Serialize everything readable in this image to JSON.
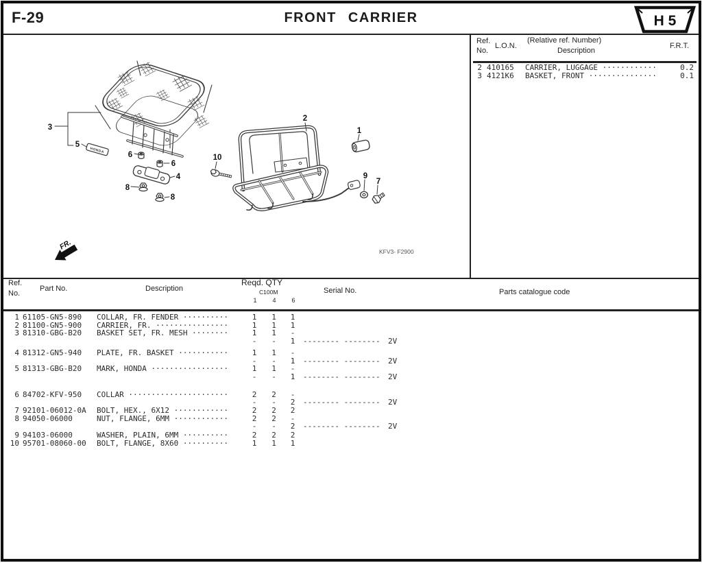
{
  "page": {
    "code": "F-29",
    "title": "FRONT  CARRIER",
    "plate": "H 5"
  },
  "ref_table": {
    "headers": {
      "ref": "Ref.",
      "no": "No.",
      "lon": "L.O.N.",
      "relative": "(Relative ref. Number)",
      "description": "Description",
      "frt": "F.R.T."
    },
    "rows": [
      {
        "ref": "2",
        "lon": "410165",
        "desc": "CARRIER, LUGGAGE ············",
        "frt": "0.2"
      },
      {
        "ref": "3",
        "lon": "4121K6",
        "desc": "BASKET, FRONT ···············",
        "frt": "0.1"
      }
    ]
  },
  "diagram": {
    "drawing_code": "KFV3- F2900",
    "front_label": "FR.",
    "badge_text": "HONDA",
    "callouts": [
      "3",
      "5",
      "6",
      "6",
      "4",
      "8",
      "8",
      "10",
      "2",
      "1",
      "9",
      "7"
    ]
  },
  "parts_table": {
    "headers": {
      "ref": "Ref.",
      "no": "No.",
      "part": "Part  No.",
      "description": "Description",
      "qty_group": "Reqd.  QTY",
      "qty_model": "C100M",
      "qty_cols": [
        "1",
        "4",
        "6"
      ],
      "serial": "Serial  No.",
      "catalogue": "Parts  catalogue  code"
    },
    "rows": [
      {
        "ref": "1",
        "part": "61105-GN5-890",
        "desc": "COLLAR, FR. FENDER ··········",
        "q1": "1",
        "q4": "1",
        "q6": "1",
        "serial": "",
        "code": "",
        "gap": 0
      },
      {
        "ref": "2",
        "part": "81100-GN5-900",
        "desc": "CARRIER, FR. ················",
        "q1": "1",
        "q4": "1",
        "q6": "1",
        "serial": "",
        "code": "",
        "gap": 0
      },
      {
        "ref": "3",
        "part": "81310-GBG-B20",
        "desc": "BASKET SET, FR. MESH ········",
        "q1": "1",
        "q4": "1",
        "q6": "-",
        "serial": "",
        "code": "",
        "gap": 0
      },
      {
        "ref": "",
        "part": "",
        "desc": "",
        "q1": "-",
        "q4": "-",
        "q6": "1",
        "serial": "-------- --------",
        "code": "2V",
        "gap": 0
      },
      {
        "ref": "4",
        "part": "81312-GN5-940",
        "desc": "PLATE, FR. BASKET ···········",
        "q1": "1",
        "q4": "1",
        "q6": "-",
        "serial": "",
        "code": "",
        "gap": 5
      },
      {
        "ref": "",
        "part": "",
        "desc": "",
        "q1": "-",
        "q4": "-",
        "q6": "1",
        "serial": "-------- --------",
        "code": "2V",
        "gap": 0
      },
      {
        "ref": "5",
        "part": "81313-GBG-B20",
        "desc": "MARK, HONDA ·················",
        "q1": "1",
        "q4": "1",
        "q6": "-",
        "serial": "",
        "code": "",
        "gap": 0
      },
      {
        "ref": "",
        "part": "",
        "desc": "",
        "q1": "-",
        "q4": "-",
        "q6": "1",
        "serial": "-------- --------",
        "code": "2V",
        "gap": 0
      },
      {
        "ref": "6",
        "part": "84702-KFV-950",
        "desc": "COLLAR ······················",
        "q1": "2",
        "q4": "2",
        "q6": "-",
        "serial": "",
        "code": "",
        "gap": 14
      },
      {
        "ref": "",
        "part": "",
        "desc": "",
        "q1": "-",
        "q4": "-",
        "q6": "2",
        "serial": "-------- --------",
        "code": "2V",
        "gap": 0
      },
      {
        "ref": "7",
        "part": "92101-06012-0A",
        "desc": "BOLT, HEX., 6X12 ············",
        "q1": "2",
        "q4": "2",
        "q6": "2",
        "serial": "",
        "code": "",
        "gap": 0
      },
      {
        "ref": "8",
        "part": "94050-06000",
        "desc": "NUT, FLANGE, 6MM ············",
        "q1": "2",
        "q4": "2",
        "q6": "-",
        "serial": "",
        "code": "",
        "gap": 0
      },
      {
        "ref": "",
        "part": "",
        "desc": "",
        "q1": "-",
        "q4": "-",
        "q6": "2",
        "serial": "-------- --------",
        "code": "2V",
        "gap": 0
      },
      {
        "ref": "9",
        "part": "94103-06000",
        "desc": "WASHER, PLAIN, 6MM ··········",
        "q1": "2",
        "q4": "2",
        "q6": "2",
        "serial": "",
        "code": "",
        "gap": 1
      },
      {
        "ref": "10",
        "part": "95701-08060-00",
        "desc": "BOLT, FLANGE, 8X60 ··········",
        "q1": "1",
        "q4": "1",
        "q6": "1",
        "serial": "",
        "code": "",
        "gap": 0
      }
    ]
  }
}
